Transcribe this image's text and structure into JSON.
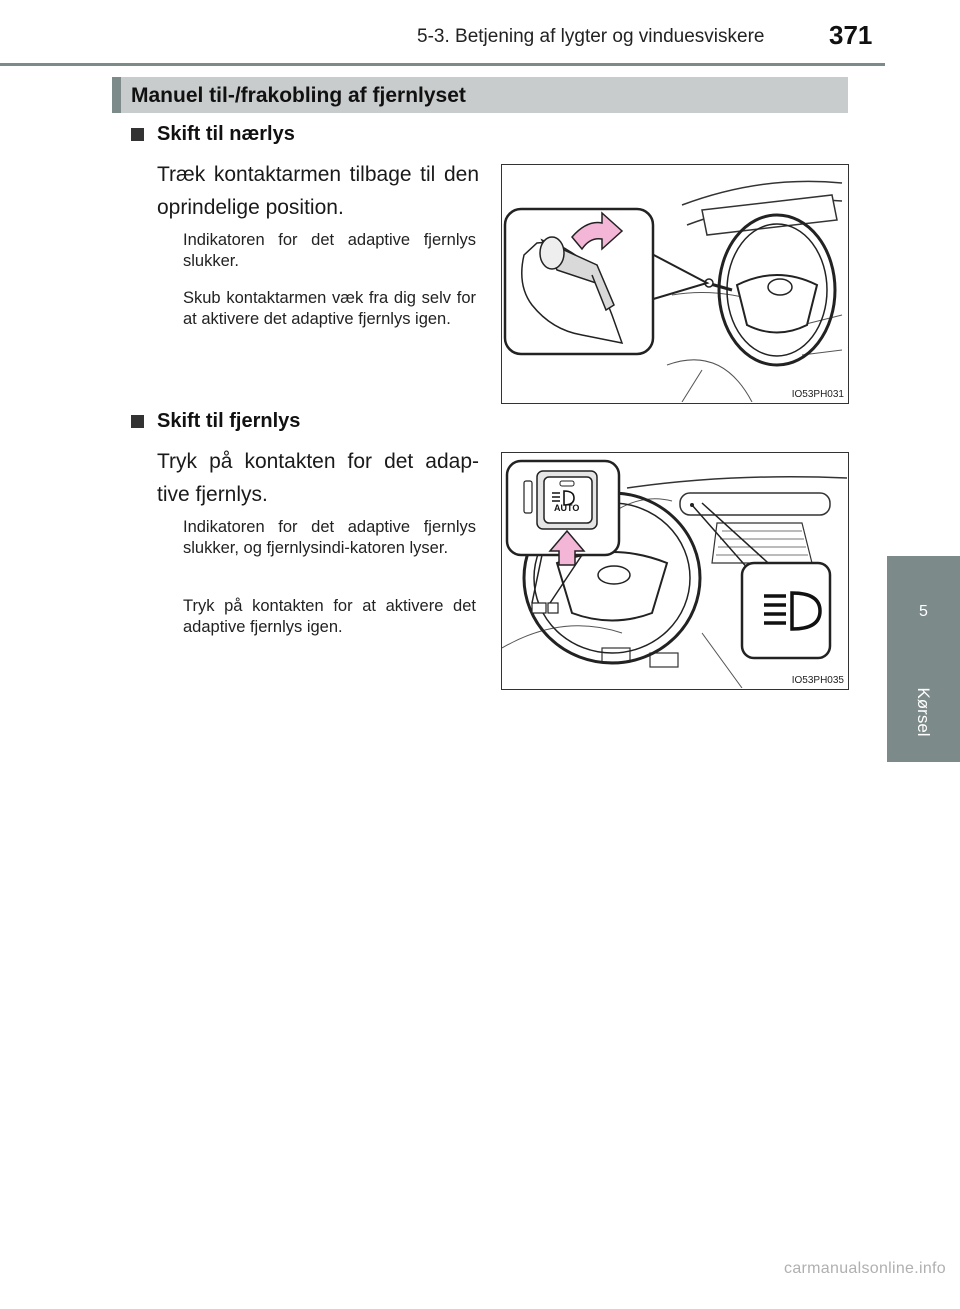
{
  "header": {
    "section_title": "5-3. Betjening af lygter og vinduesviskere",
    "page_number": "371"
  },
  "section": {
    "title": "Manuel til-/frakobling af fjernlyset"
  },
  "blocks": [
    {
      "heading": "Skift til nærlys",
      "lead": "Træk kontaktarmen tilbage til den oprindelige position.",
      "notes": [
        "Indikatoren for det adaptive fjernlys slukker.",
        "Skub kontaktarmen væk fra dig selv for at aktivere det adaptive fjernlys igen."
      ],
      "figure_code": "IO53PH031"
    },
    {
      "heading": "Skift til fjernlys",
      "lead": "Tryk på kontakten for det adap-tive fjernlys.",
      "notes": [
        "Indikatoren for det adaptive fjernlys slukker, og fjernlysindi-katoren lyser.",
        "Tryk på kontakten for at aktivere det adaptive fjernlys igen."
      ],
      "figure_code": "IO53PH035",
      "button_label": "AUTO"
    }
  ],
  "side_tab": {
    "chapter_number": "5",
    "chapter_label": "Kørsel"
  },
  "watermark": "carmanualsonline.info",
  "colors": {
    "accent": "#7d8a8a",
    "section_bar": "#c9cccc",
    "arrow_fill": "#f4b6d6"
  }
}
